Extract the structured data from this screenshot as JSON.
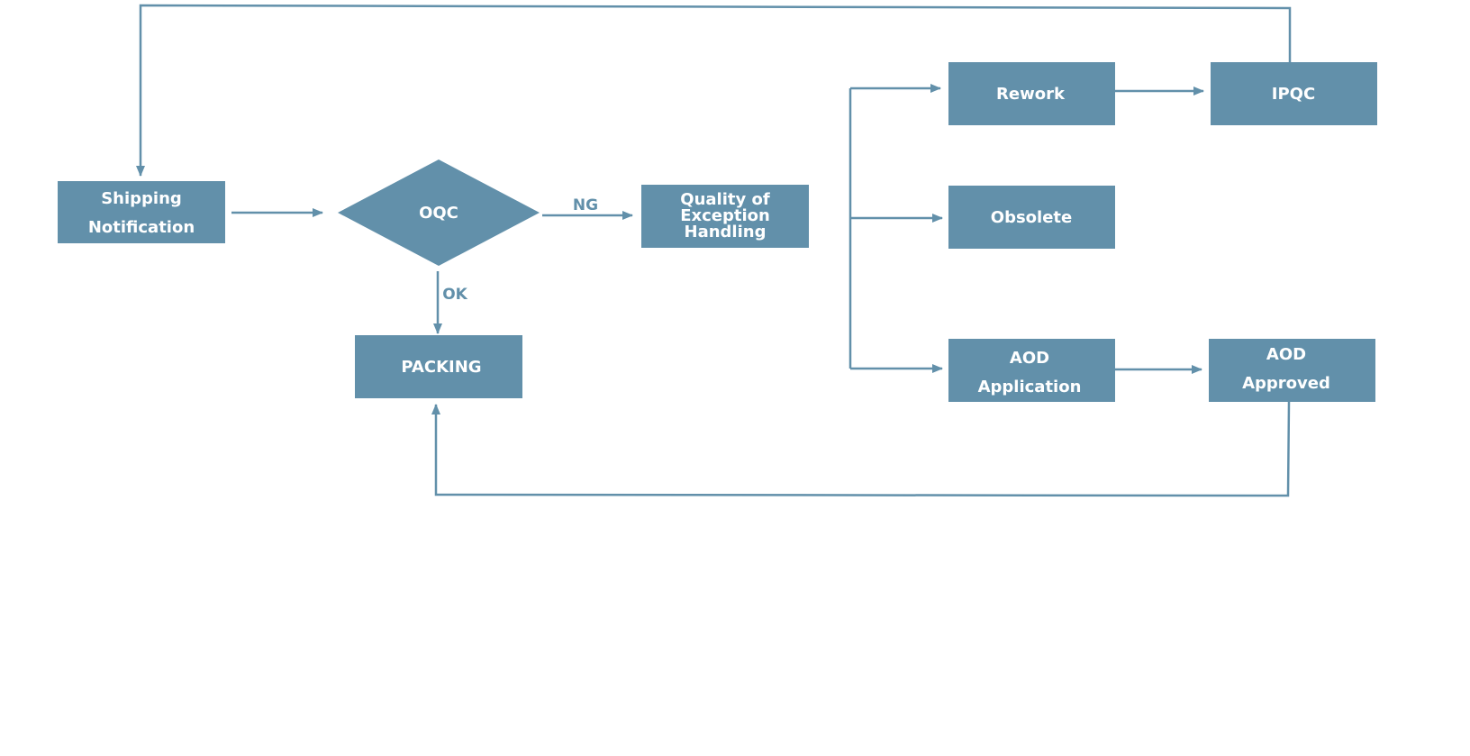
{
  "diagram": {
    "nodes": {
      "shipping_notification": {
        "line1": "Shipping",
        "line2": "Notification"
      },
      "oqc": {
        "label": "OQC"
      },
      "quality_exception": {
        "line1": "Quality of",
        "line2": "Exception",
        "line3": "Handling"
      },
      "packing": {
        "label": "PACKING"
      },
      "rework": {
        "label": "Rework"
      },
      "ipqc": {
        "label": "IPQC"
      },
      "obsolete": {
        "label": "Obsolete"
      },
      "aod_application": {
        "line1": "AOD",
        "line2": "Application"
      },
      "aod_approved": {
        "line1": "AOD",
        "line2": "Approved"
      }
    },
    "edge_labels": {
      "ng": "NG",
      "ok": "OK"
    }
  },
  "colors": {
    "node_fill": "#6290aa",
    "edge_stroke": "#6290aa",
    "node_text": "#ffffff",
    "background": "#ffffff"
  }
}
